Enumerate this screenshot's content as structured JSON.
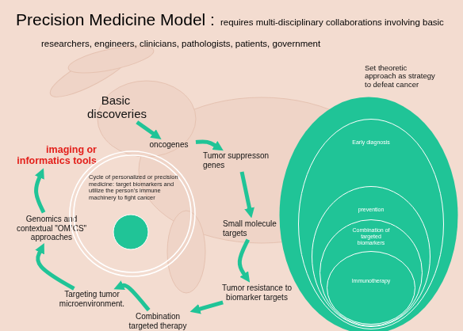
{
  "diagram": {
    "title": "Precision Medicine Model :",
    "nodes": [
      {
        "text": [
          "Basic discoveries"
        ]
      },
      {
        "text": [
          "oncogenes"
        ]
      },
      {
        "text": [
          "Tumor suppresson genes"
        ]
      },
      {
        "text": [
          "Small molecule targets"
        ]
      },
      {
        "text": [
          "Tumor resistance to biomarker targets"
        ]
      },
      {
        "text": [
          "Combination targeted therapy"
        ]
      },
      {
        "text": [
          "Targeting tumor microenvironment."
        ]
      },
      {
        "text": [
          "Genomics and contextual \"OMICS\" approaches"
        ]
      },
      {
        "text": [
          "imaging or informatics tools"
        ]
      },
      {
        "text": [
          "Cycle of personalized or precision medicine: target biomarkers and utilize the person's immune machinery to fight cancer"
        ]
      },
      {
        "text": [
          "Set theoretic approach as strategy to defeat cancer"
        ]
      },
      {
        "text": [
          "Early diagnosis"
        ],
        "in": 10
      },
      {
        "text": [
          "prevention"
        ],
        "in": 11
      },
      {
        "text": [
          "Combination of targeted biomarkers"
        ],
        "in": 12
      },
      {
        "text": [
          "Immunotherapy"
        ],
        "in": 13
      }
    ],
    "edges": [
      {
        "from": 0,
        "to": 1,
        "arrow": "to"
      },
      {
        "from": 1,
        "to": 2,
        "arrow": "to"
      },
      {
        "from": 2,
        "to": 3,
        "arrow": "to"
      },
      {
        "from": 3,
        "to": 4,
        "arrow": "to"
      },
      {
        "from": 4,
        "to": 5,
        "arrow": "to"
      },
      {
        "from": 5,
        "to": 6,
        "arrow": "to"
      },
      {
        "from": 6,
        "to": 7,
        "arrow": "to"
      },
      {
        "from": 7,
        "to": 8,
        "arrow": "to"
      }
    ],
    "labels": [
      "requires multi-disciplinary collaborations involving basic researchers, engineers, clinicians, pathologists, patients, government"
    ]
  }
}
